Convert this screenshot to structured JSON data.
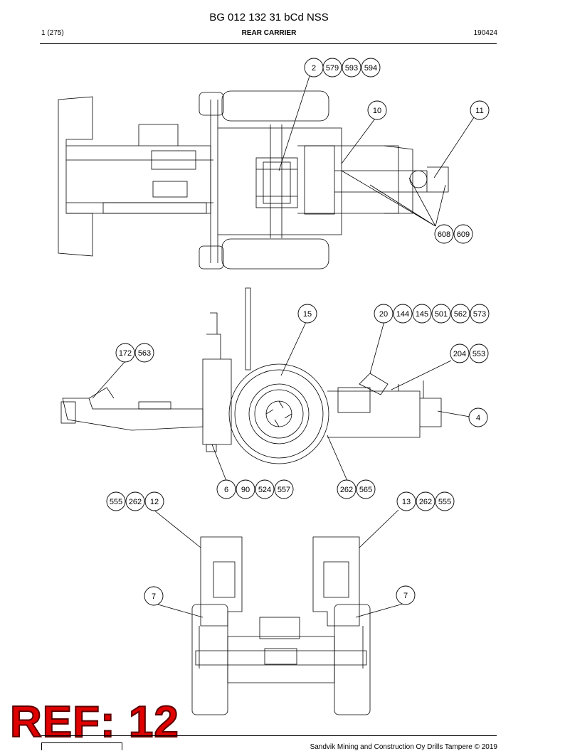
{
  "header": {
    "title": "BG 012 132 31 bCd NSS",
    "page": "1 (275)",
    "section": "REAR CARRIER",
    "date": "190424"
  },
  "callouts": {
    "top": [
      {
        "id": "c-2",
        "labels": [
          "2",
          "579",
          "593",
          "594"
        ]
      },
      {
        "id": "c-10",
        "labels": [
          "10"
        ]
      },
      {
        "id": "c-11",
        "labels": [
          "11"
        ]
      },
      {
        "id": "c-608",
        "labels": [
          "608",
          "609"
        ]
      }
    ],
    "side": [
      {
        "id": "c-15",
        "labels": [
          "15"
        ]
      },
      {
        "id": "c-20",
        "labels": [
          "20",
          "144",
          "145",
          "501",
          "562",
          "573"
        ]
      },
      {
        "id": "c-172",
        "labels": [
          "172",
          "563"
        ]
      },
      {
        "id": "c-204",
        "labels": [
          "204",
          "553"
        ]
      },
      {
        "id": "c-4",
        "labels": [
          "4"
        ]
      },
      {
        "id": "c-6",
        "labels": [
          "6",
          "90",
          "524",
          "557"
        ]
      },
      {
        "id": "c-262",
        "labels": [
          "262",
          "565"
        ]
      }
    ],
    "rear": [
      {
        "id": "c-555l",
        "labels": [
          "555",
          "262",
          "12"
        ]
      },
      {
        "id": "c-13",
        "labels": [
          "13",
          "262",
          "555"
        ]
      },
      {
        "id": "c-7l",
        "labels": [
          "7"
        ]
      },
      {
        "id": "c-7r",
        "labels": [
          "7"
        ]
      }
    ]
  },
  "ref_label": "REF: 12",
  "footer": {
    "copyright": "Sandvik Mining and Construction Oy Drills Tampere © 2019"
  }
}
